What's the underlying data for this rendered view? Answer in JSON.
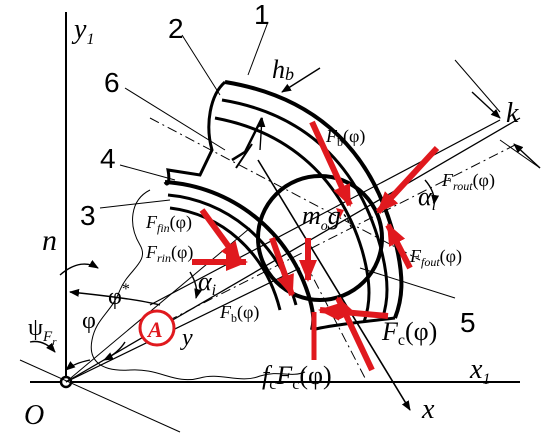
{
  "labels": {
    "n1": "1",
    "n2": "2",
    "n3": "3",
    "n4": "4",
    "n5": "5",
    "n6": "6",
    "y1": "y",
    "y1_sub": "1",
    "x1": "x",
    "x1_sub": "1",
    "origin": "O",
    "x_axis": "x",
    "y_axis": "y",
    "hb": "h",
    "hb_sub": "b",
    "k": "k",
    "n_rot": "n",
    "phi": "φ",
    "phi_star": "φ",
    "phi_star_sup": "*",
    "psi": "ψ",
    "psi_sub": "F",
    "psi_subsub": "r",
    "alpha1": "α",
    "alpha1_sub": "i",
    "alpha2": "α",
    "alpha2_sub": "i",
    "point_A": "A",
    "Fb_top": "F",
    "Fb_top_sub": "b",
    "Fb_top_arg": "(φ)",
    "Fb_bot": "F",
    "Fb_bot_sub": "b",
    "Fb_bot_arg": "(φ)",
    "Frout": "F",
    "Frout_sub": "rout",
    "Frout_arg": "(φ)",
    "Ffout": "F",
    "Ffout_sub": "fout",
    "Ffout_arg": "(φ)",
    "Ffin": "F",
    "Ffin_sub": "fin",
    "Ffin_arg": "(φ)",
    "Frin": "F",
    "Frin_sub": "rin",
    "Frin_arg": "(φ)",
    "Fc": "F",
    "Fc_sub": "c",
    "Fc_arg": "(φ)",
    "fcFc_f": "f",
    "fcFc_sub1": "c",
    "fcFc_F": "F",
    "fcFc_sub2": "c",
    "fcFc_arg": "(φ)",
    "mg_m": "m",
    "mg_sub": "o",
    "mg_g": "g"
  },
  "colors": {
    "force": "#e0191e",
    "ink": "#000000"
  }
}
